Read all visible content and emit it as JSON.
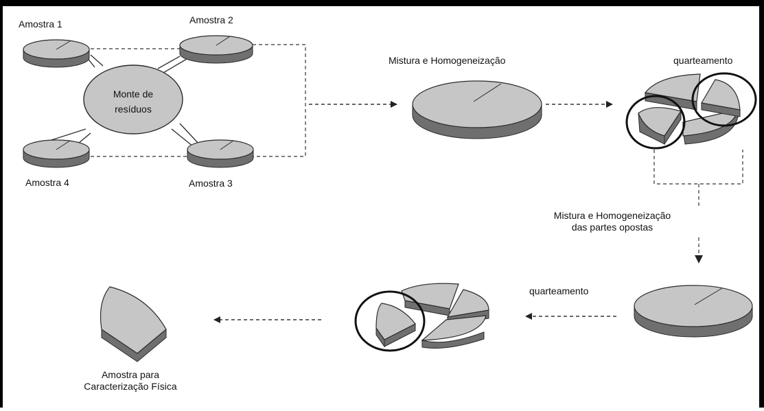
{
  "labels": {
    "amostra1": "Amostra 1",
    "amostra2": "Amostra 2",
    "amostra3": "Amostra 3",
    "amostra4": "Amostra 4",
    "monte": "Monte de\nresíduos",
    "mistura1": "Mistura e Homogeneização",
    "quarteamento1": "quarteamento",
    "mistura2": "Mistura e Homogeneização\ndas partes opostas",
    "quarteamento2": "quarteamento",
    "amostra_final": "Amostra para\nCaracterização Física"
  },
  "colors": {
    "fill": "#c6c6c6",
    "side": "#6f6f6f",
    "stroke": "#2a2a2a",
    "frame": "#000000",
    "dash": "#333333"
  }
}
